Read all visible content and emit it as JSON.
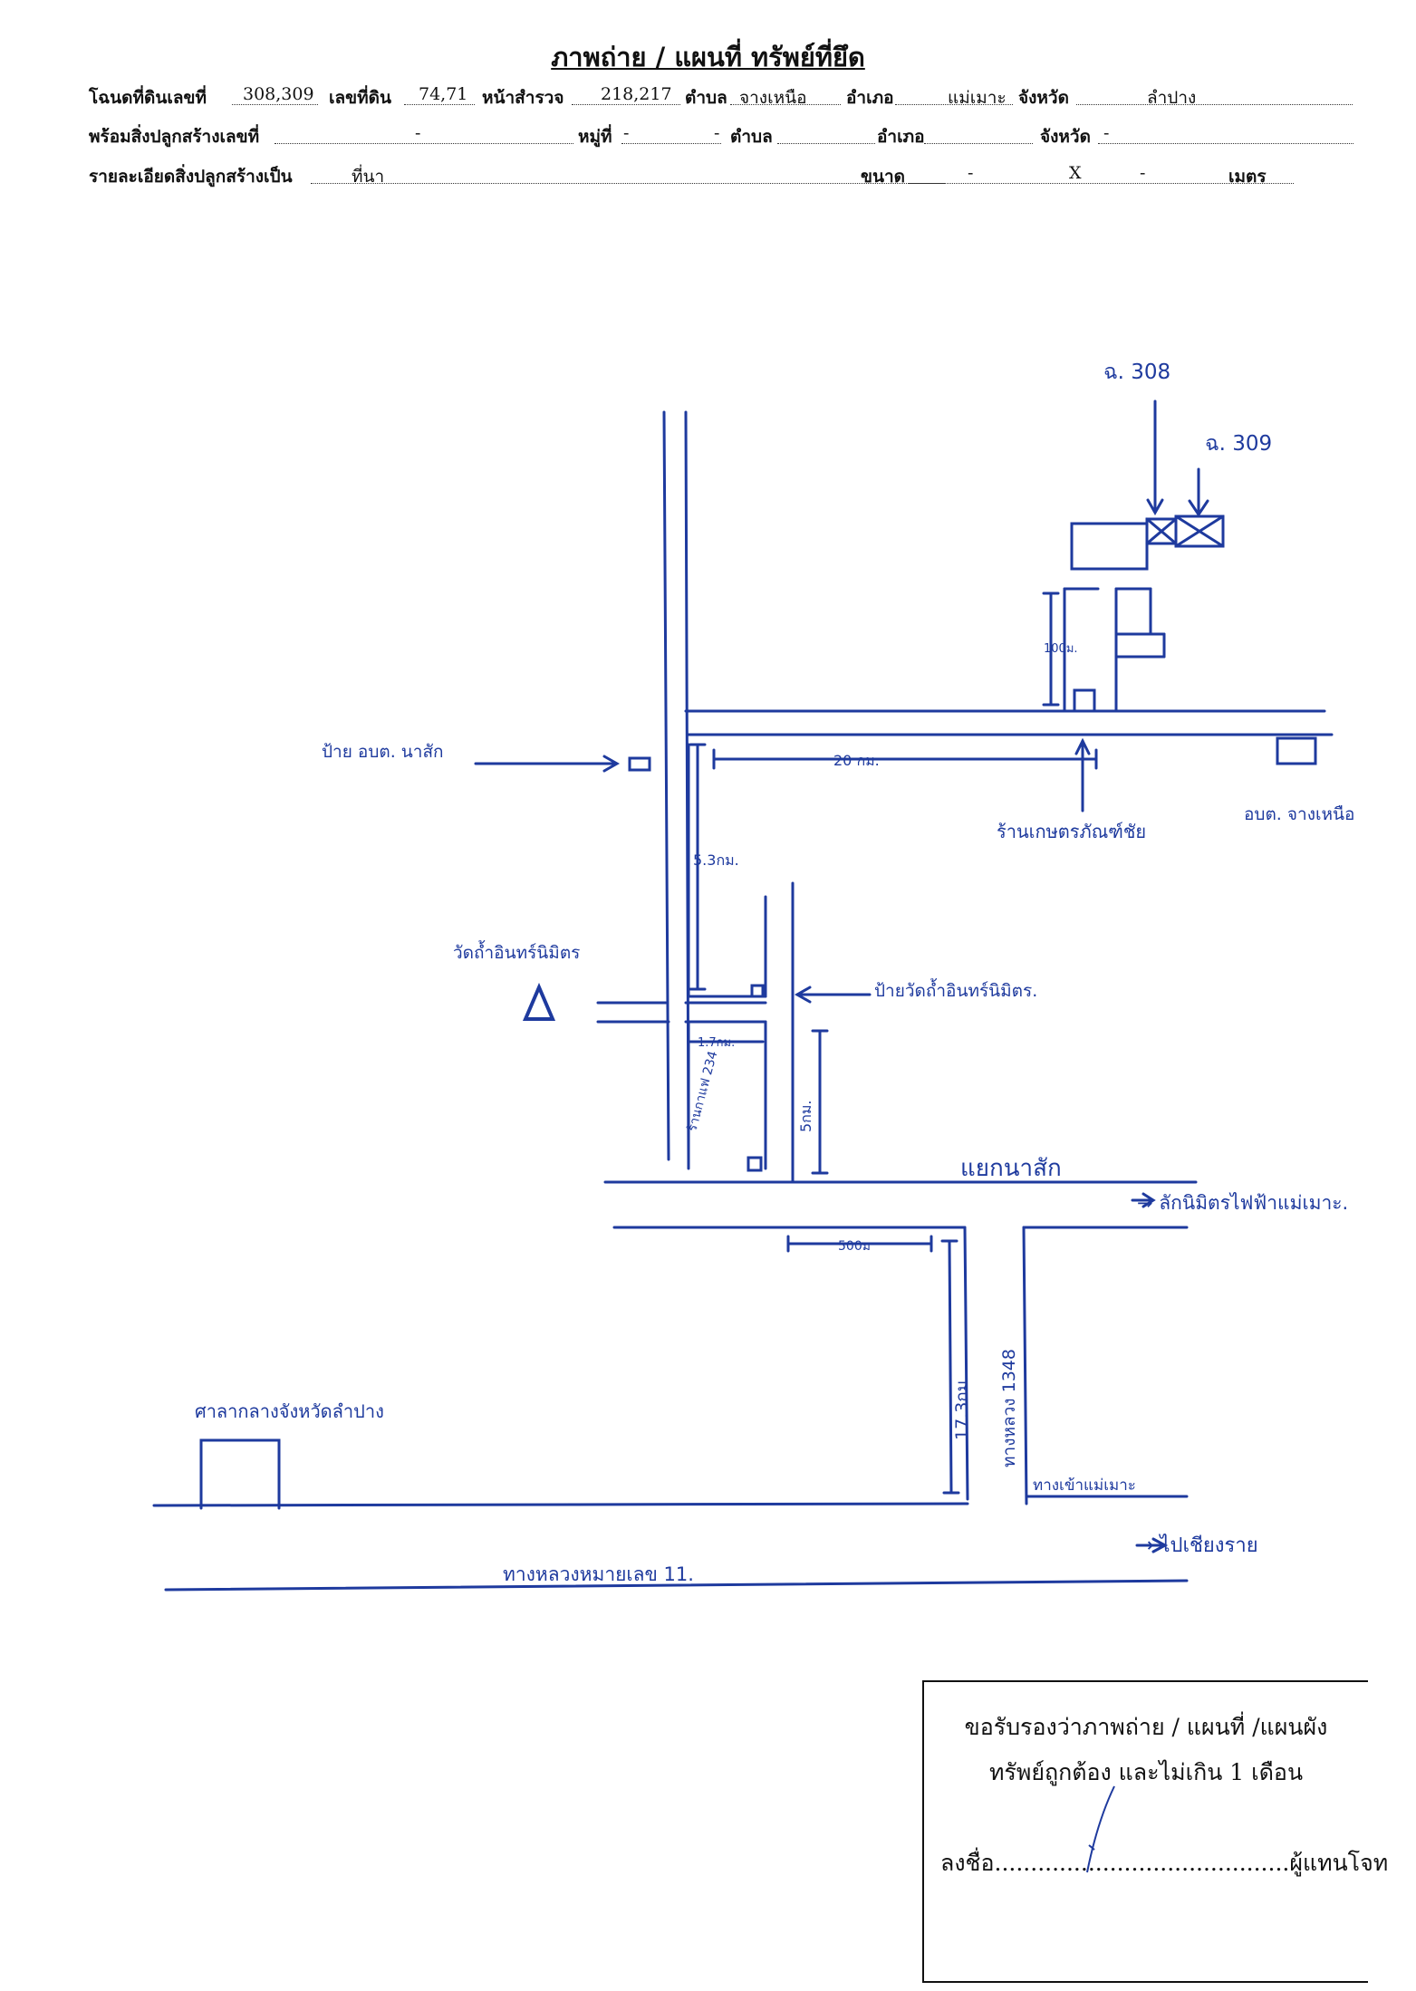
{
  "header": {
    "title": "ภาพถ่าย / แผนที่ ทรัพย์ที่ยึด"
  },
  "form": {
    "row1": {
      "deed_label": "โฉนดที่ดินเลขที่",
      "deed_value": "308,309",
      "land_no_label": "เลขที่ดิน",
      "land_no_value": "74,71",
      "survey_label": "หน้าสำรวจ",
      "survey_value": "218,217",
      "subdistrict_label": "ตำบล",
      "subdistrict_value": "จางเหนือ",
      "district_label": "อำเภอ",
      "district_value": "แม่เมาะ",
      "province_label": "จังหวัด",
      "province_value": "ลำปาง"
    },
    "row2": {
      "building_label": "พร้อมสิ่งปลูกสร้างเลขที่",
      "building_value": "-",
      "moo_label": "หมู่ที่",
      "moo_value": "-",
      "subdistrict_label": "ตำบล",
      "subdistrict_value": "-",
      "district_label": "อำเภอ",
      "district_value": "-",
      "province_label": "จังหวัด",
      "province_value": "-"
    },
    "row3": {
      "detail_label": "รายละเอียดสิ่งปลูกสร้างเป็น",
      "detail_value": "ที่นา",
      "size_label": "ขนาด",
      "size_w": "-",
      "size_x": "X",
      "size_h": "-",
      "size_unit": "เมตร"
    }
  },
  "map": {
    "labels": {
      "deed_308": "ฉ. 308",
      "deed_309": "ฉ. 309",
      "dist_100m": "100ม.",
      "dist_20km": "20 กม.",
      "shop": "ร้านเกษตรภัณฑ์ชัย",
      "obt_janghnuea": "อบต. จางเหนือ",
      "sign_obt": "ป้าย อบต. นาสัก",
      "dist_53km": "5.3กม.",
      "temple": "วัดถ้ำอินทร์นิมิตร",
      "temple_sign": "ป้ายวัดถ้ำอินทร์นิมิตร.",
      "dist_17km": "1.7กม.",
      "dist_5km": "5กม.",
      "shop_234": "ร้านกาแฟ 234",
      "junction": "แยกนาสัก",
      "to_power_plant": "→ ลักนิมิตรไฟฟ้าแม่เมาะ.",
      "dist_500m": "500ม",
      "dist_173km": "17.3กม.",
      "highway_1348": "ทางหลวง 1348",
      "city_hall": "ศาลากลางจังหวัดลำปาง",
      "mae_moh_road": "ทางเข้าแม่เมาะ",
      "to_chiangrai": "→ ไปเชียงราย",
      "highway_11": "ทางหลวงหมายเลข 11."
    }
  },
  "certification": {
    "line1": "ขอรับรองว่าภาพถ่าย / แผนที่ /แผนผัง",
    "line2": "ทรัพย์ถูกต้อง และไม่เกิน 1 เดือน",
    "sign_label": "ลงชื่อ",
    "sign_role": "ผู้แทนโจท"
  },
  "colors": {
    "ink": "#1e3a9e",
    "text": "#111111"
  }
}
